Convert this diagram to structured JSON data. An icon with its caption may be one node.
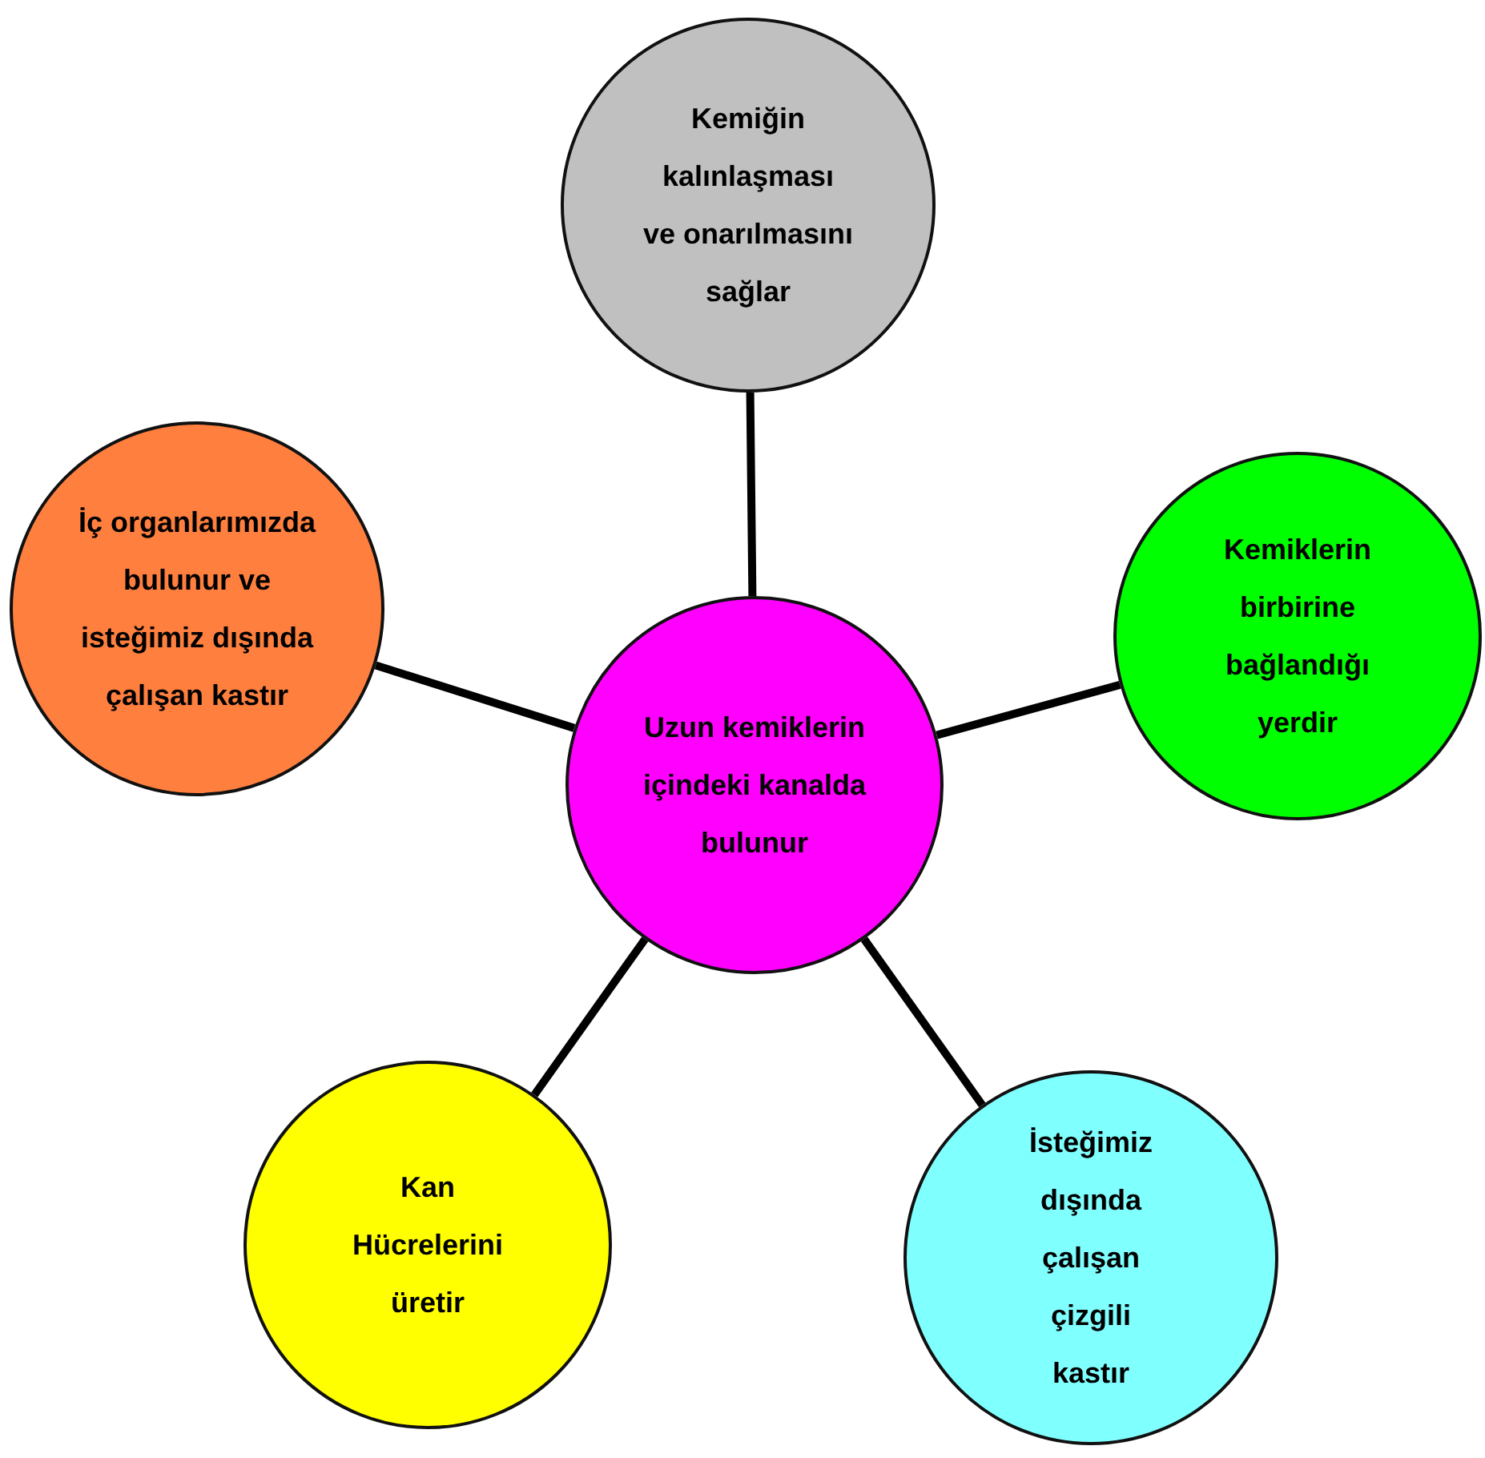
{
  "diagram": {
    "nodes": [
      {
        "text": [
          "Kemiğin kalınlaşması ve onarılmasını sağlar"
        ]
      },
      {
        "text": [
          "İç organlarımızda bulunur ve isteğimiz dışında çalışan kastır"
        ]
      },
      {
        "text": [
          "Kemiklerin birbirine bağlandığı yerdir"
        ]
      },
      {
        "text": [
          "Uzun kemiklerin içindeki kanalda bulunur"
        ]
      },
      {
        "text": [
          "Kan Hücrelerini üretir"
        ]
      },
      {
        "text": [
          "İsteğimiz dışında çalışan çizgili kastır"
        ]
      }
    ],
    "edges": [
      {
        "from": 3,
        "to": 0,
        "arrow": "none"
      },
      {
        "from": 3,
        "to": 1,
        "arrow": "none"
      },
      {
        "from": 3,
        "to": 2,
        "arrow": "none"
      },
      {
        "from": 3,
        "to": 4,
        "arrow": "none"
      },
      {
        "from": 3,
        "to": 5,
        "arrow": "none"
      }
    ]
  }
}
